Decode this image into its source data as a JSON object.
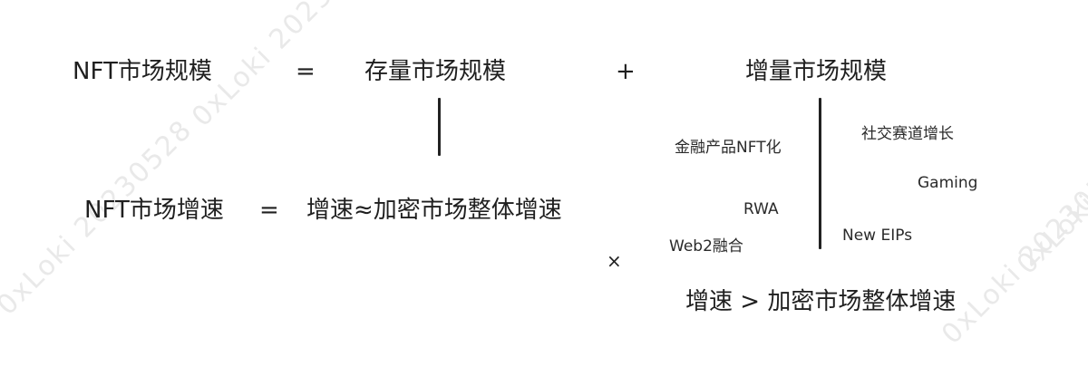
{
  "equation1": {
    "lhs": "NFT市场规模",
    "eq": "=",
    "term_stock": "存量市场规模",
    "plus": "+",
    "term_increment": "增量市场规模"
  },
  "equation2": {
    "lhs": "NFT市场增速",
    "eq": "=",
    "rhs": "增速≈加密市场整体增速"
  },
  "drivers_left": [
    "金融产品NFT化",
    "RWA",
    "Web2融合"
  ],
  "drivers_right": [
    "社交赛道增长",
    "Gaming",
    "New EIPs"
  ],
  "multiply": "×",
  "increment_growth": "增速 > 加密市场整体增速",
  "watermark": "0xLoki 20230528"
}
